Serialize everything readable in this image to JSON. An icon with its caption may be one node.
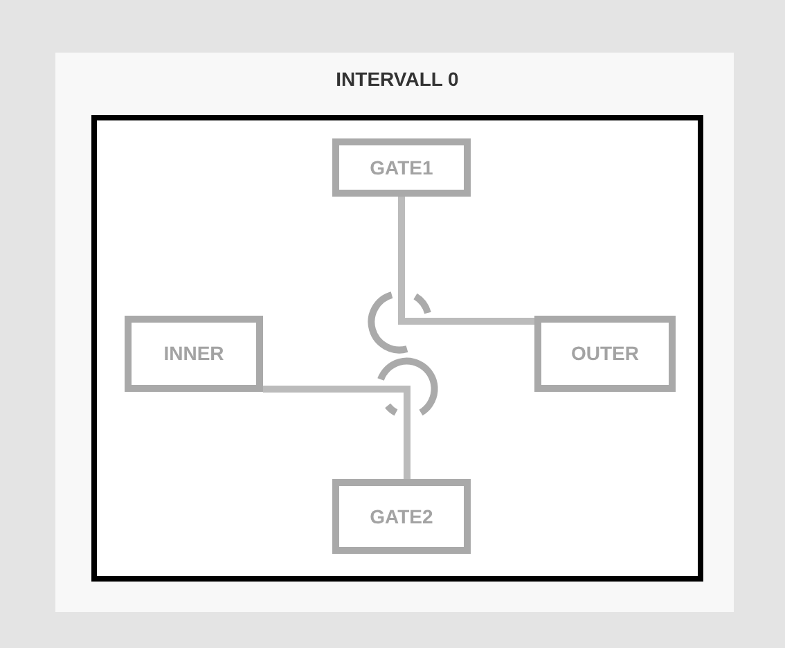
{
  "diagram": {
    "title": "INTERVALL 0",
    "nodes": [
      {
        "text": [],
        "shape": "box"
      },
      {
        "text": [
          "GATE1"
        ],
        "in": 0
      },
      {
        "text": [
          "INNER"
        ],
        "in": 0
      },
      {
        "text": [
          "OUTER"
        ],
        "in": 0
      },
      {
        "text": [
          "GATE2"
        ],
        "in": 0
      }
    ],
    "edges": [
      {
        "from": 1,
        "to": 3,
        "arrow": "none"
      },
      {
        "from": 2,
        "to": 4,
        "arrow": "none"
      }
    ]
  }
}
